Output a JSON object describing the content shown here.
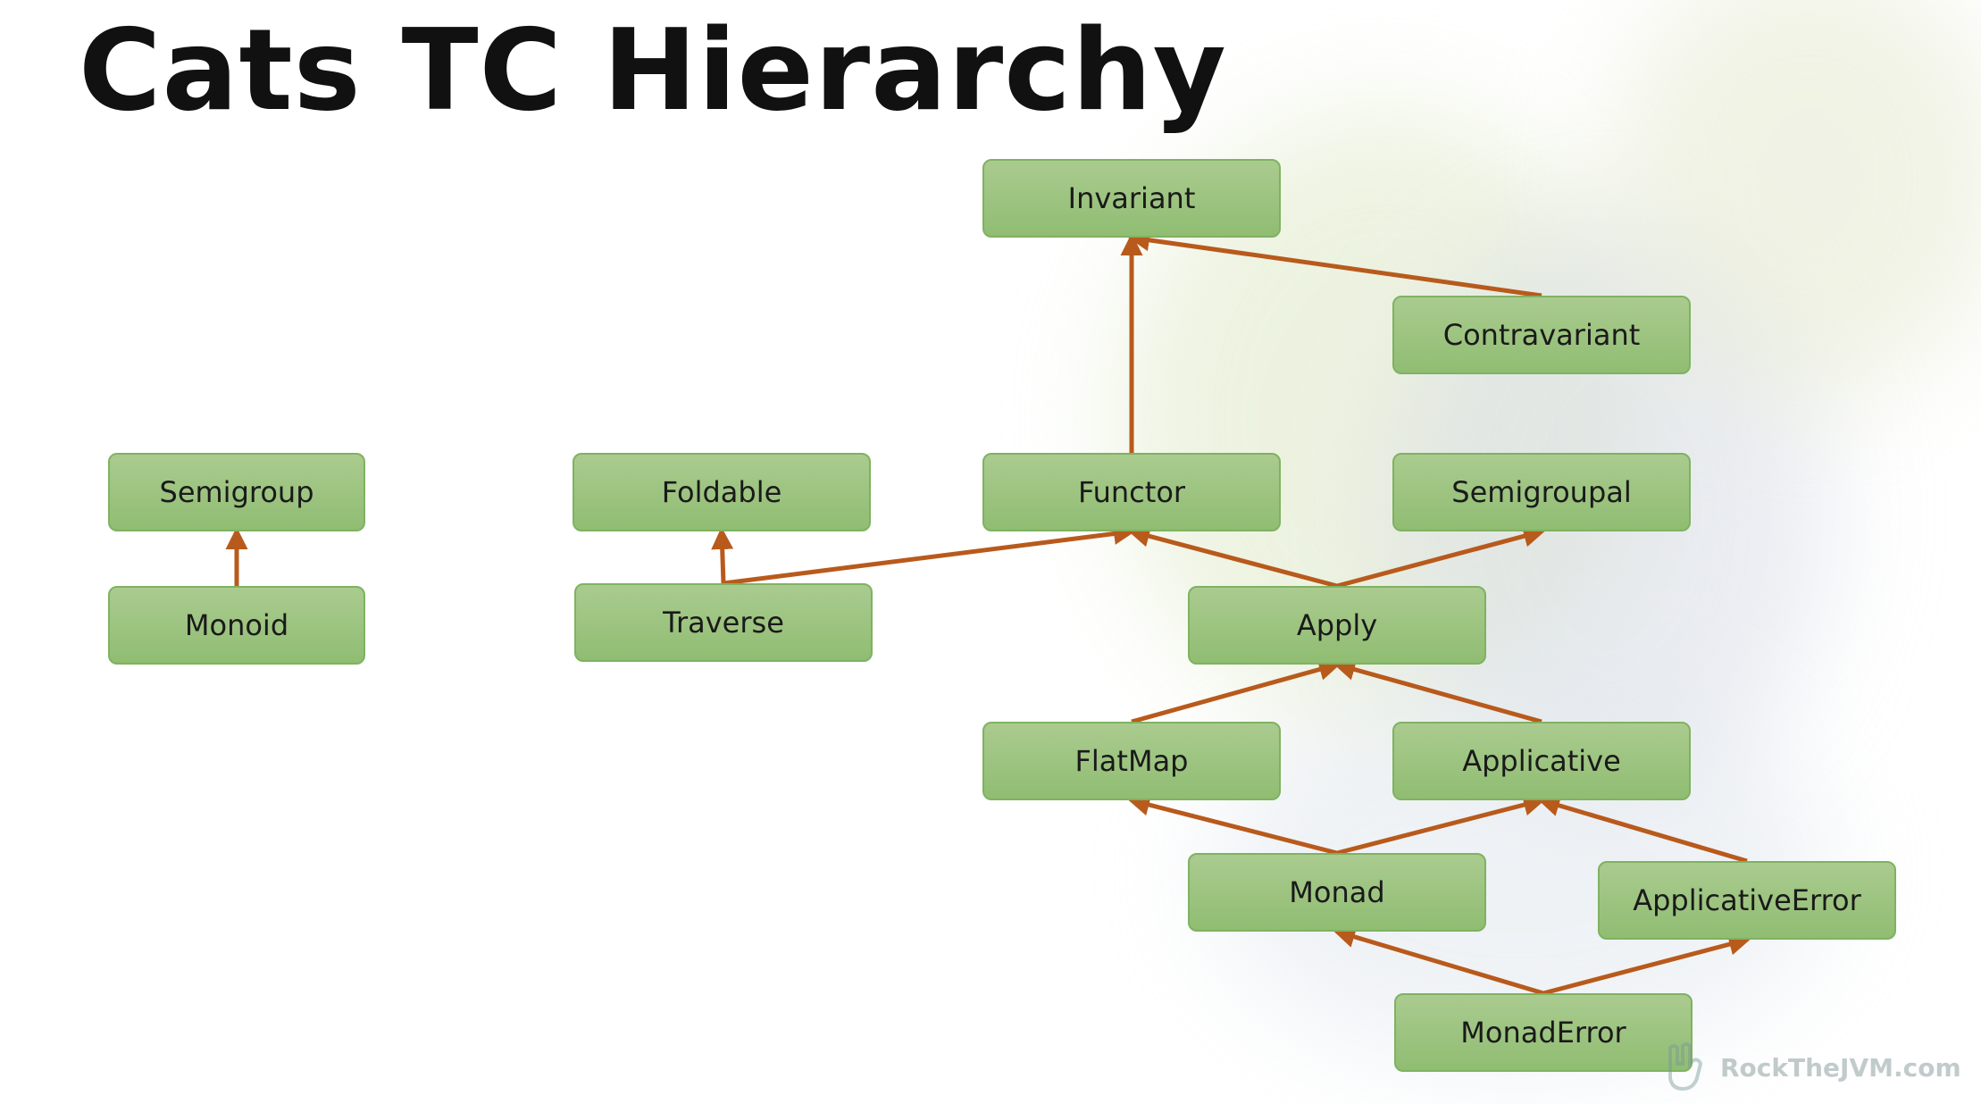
{
  "title": "Cats TC Hierarchy",
  "nodes": {
    "invariant": "Invariant",
    "contravariant": "Contravariant",
    "semigroup": "Semigroup",
    "monoid": "Monoid",
    "foldable": "Foldable",
    "traverse": "Traverse",
    "functor": "Functor",
    "semigroupal": "Semigroupal",
    "apply": "Apply",
    "flatmap": "FlatMap",
    "applicative": "Applicative",
    "monad": "Monad",
    "applicative_error": "ApplicativeError",
    "monad_error": "MonadError"
  },
  "edges": [
    [
      "monoid",
      "semigroup"
    ],
    [
      "traverse",
      "foldable"
    ],
    [
      "traverse",
      "functor"
    ],
    [
      "functor",
      "invariant"
    ],
    [
      "contravariant",
      "invariant"
    ],
    [
      "apply",
      "functor"
    ],
    [
      "apply",
      "semigroupal"
    ],
    [
      "flatmap",
      "apply"
    ],
    [
      "applicative",
      "apply"
    ],
    [
      "monad",
      "flatmap"
    ],
    [
      "monad",
      "applicative"
    ],
    [
      "applicative_error",
      "applicative"
    ],
    [
      "monad_error",
      "monad"
    ],
    [
      "monad_error",
      "applicative_error"
    ]
  ],
  "colors": {
    "node_fill": "#9fc784",
    "node_border": "#7fb261",
    "arrow": "#b85a1c"
  },
  "watermark": "RockTheJVM.com"
}
